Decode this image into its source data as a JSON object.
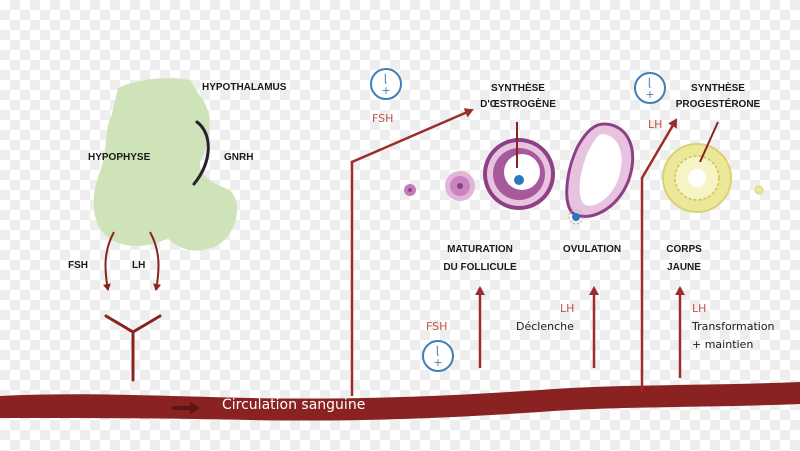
{
  "labels": {
    "hypothalamus": "HYPOTHALAMUS",
    "hypophyse": "HYPOPHYSE",
    "gnrh": "GNRH",
    "fsh_left": "FSH",
    "lh_left": "LH",
    "fsh_top": "FSH",
    "synthese_oestrogene_1": "SYNTHÈSE",
    "synthese_oestrogene_2": "D'ŒSTROGÈNE",
    "lh_top": "LH",
    "synthese_progesterone_1": "SYNTHÈSE",
    "synthese_progesterone_2": "PROGESTÉRONE",
    "maturation_1": "MATURATION",
    "maturation_2": "DU FOLLICULE",
    "ovulation": "OVULATION",
    "corps_1": "CORPS",
    "corps_2": "JAUNE",
    "fsh_bottom": "FSH",
    "lh_ovulation": "LH",
    "declenche": "Déclenche",
    "lh_corps": "LH",
    "transformation": "Transformation",
    "maintien": "+ maintien",
    "circulation": "Circulation sanguine"
  },
  "hormone_badge": {
    "top_symbol": "⌊",
    "bottom_symbol": "+"
  },
  "colors": {
    "blood": "#8b2222",
    "arrow_red": "#9c2d2d",
    "gland_green": "#cfe3b8",
    "nerve_dark": "#2a1f33",
    "follicle_pink": "#d48bc4",
    "follicle_purple": "#8e3f86",
    "corps_yellow": "#ece89a",
    "label_red": "#c0534a",
    "badge_blue": "#3f7fb8"
  }
}
